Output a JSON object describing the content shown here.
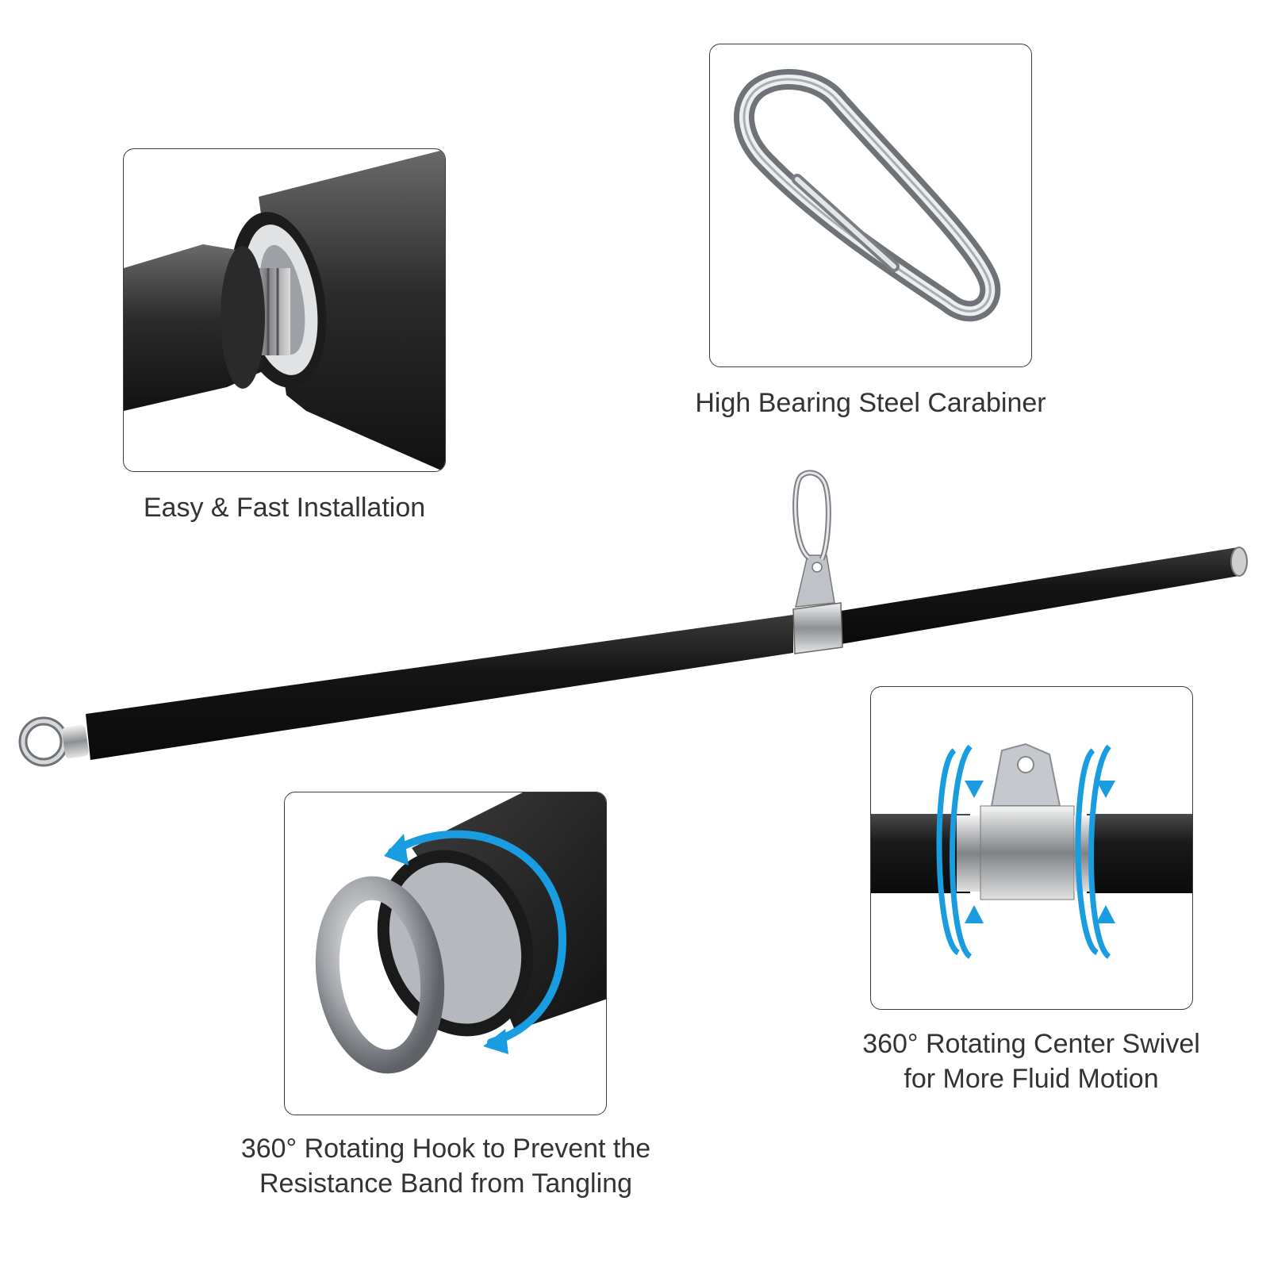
{
  "features": {
    "installation": {
      "caption": "Easy & Fast Installation"
    },
    "carabiner": {
      "caption": "High Bearing Steel Carabiner"
    },
    "hook": {
      "caption_line1": "360° Rotating Hook to Prevent the",
      "caption_line2": "Resistance Band from Tangling"
    },
    "swivel": {
      "caption_line1": "360° Rotating Center Swivel",
      "caption_line2": "for More Fluid Motion"
    }
  },
  "colors": {
    "foam": "#1a1a1a",
    "steel": "#c9ccd0",
    "arrow": "#1a9ce0",
    "frame": "#3a3a3a"
  }
}
